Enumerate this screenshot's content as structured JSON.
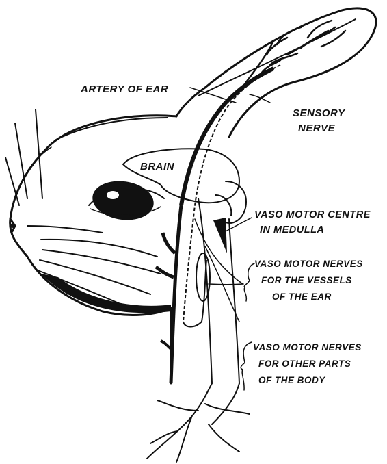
{
  "labels": {
    "artery_of_ear": "ARTERY OF EAR",
    "sensory_nerve_line1": "SENSORY",
    "sensory_nerve_line2": "NERVE",
    "brain": "BRAIN",
    "vasomotor_centre_line1": "VASO MOTOR CENTRE",
    "vasomotor_centre_line2": "IN MEDULLA",
    "vasomotor_ear_line1": "VASO MOTOR NERVES",
    "vasomotor_ear_line2": "FOR THE VESSELS",
    "vasomotor_ear_line3": "OF THE EAR",
    "vasomotor_body_line1": "VASO MOTOR NERVES",
    "vasomotor_body_line2": "FOR OTHER PARTS",
    "vasomotor_body_line3": "OF THE BODY"
  },
  "colors": {
    "ink": "#111111",
    "background": "#ffffff"
  }
}
